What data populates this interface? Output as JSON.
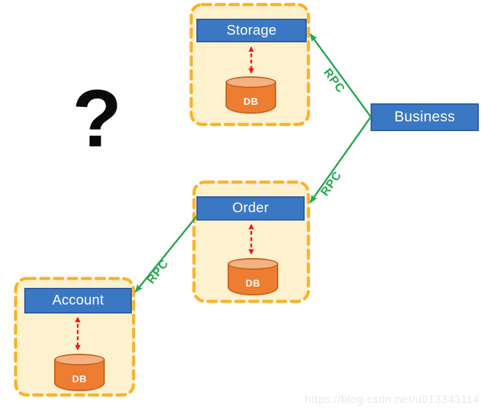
{
  "question_mark": "?",
  "watermark_text": "https://blog.csdn.net/u013343114",
  "business": {
    "label": "Business"
  },
  "services": [
    {
      "label": "Storage",
      "db_label": "DB"
    },
    {
      "label": "Order",
      "db_label": "DB"
    },
    {
      "label": "Account",
      "db_label": "DB"
    }
  ],
  "links": [
    {
      "from": "Business",
      "to": "Storage",
      "label": "RPC",
      "style": "solid-green-arrow"
    },
    {
      "from": "Business",
      "to": "Order",
      "label": "RPC",
      "style": "solid-green-arrow"
    },
    {
      "from": "Order",
      "to": "Account",
      "label": "RPC",
      "style": "solid-green-arrow"
    }
  ],
  "db_links": [
    {
      "from": "Storage",
      "to": "DB",
      "style": "dashed-red-double-arrow"
    },
    {
      "from": "Order",
      "to": "DB",
      "style": "dashed-red-double-arrow"
    },
    {
      "from": "Account",
      "to": "DB",
      "style": "dashed-red-double-arrow"
    }
  ],
  "colors": {
    "container_fill": "#fdf1ce",
    "container_border": "#f9b327",
    "service_fill": "#3b78c4",
    "service_border": "#2e5c9e",
    "service_text": "#ffffff",
    "db_body": "#ed7d31",
    "db_top": "#f4b183",
    "db_border": "#c9641d",
    "db_text": "#ffffff",
    "rpc_green": "#27a750",
    "db_link_red": "#fb0e0e",
    "question_color": "#0a0a0a",
    "watermark_color": "#e9e9e9"
  }
}
